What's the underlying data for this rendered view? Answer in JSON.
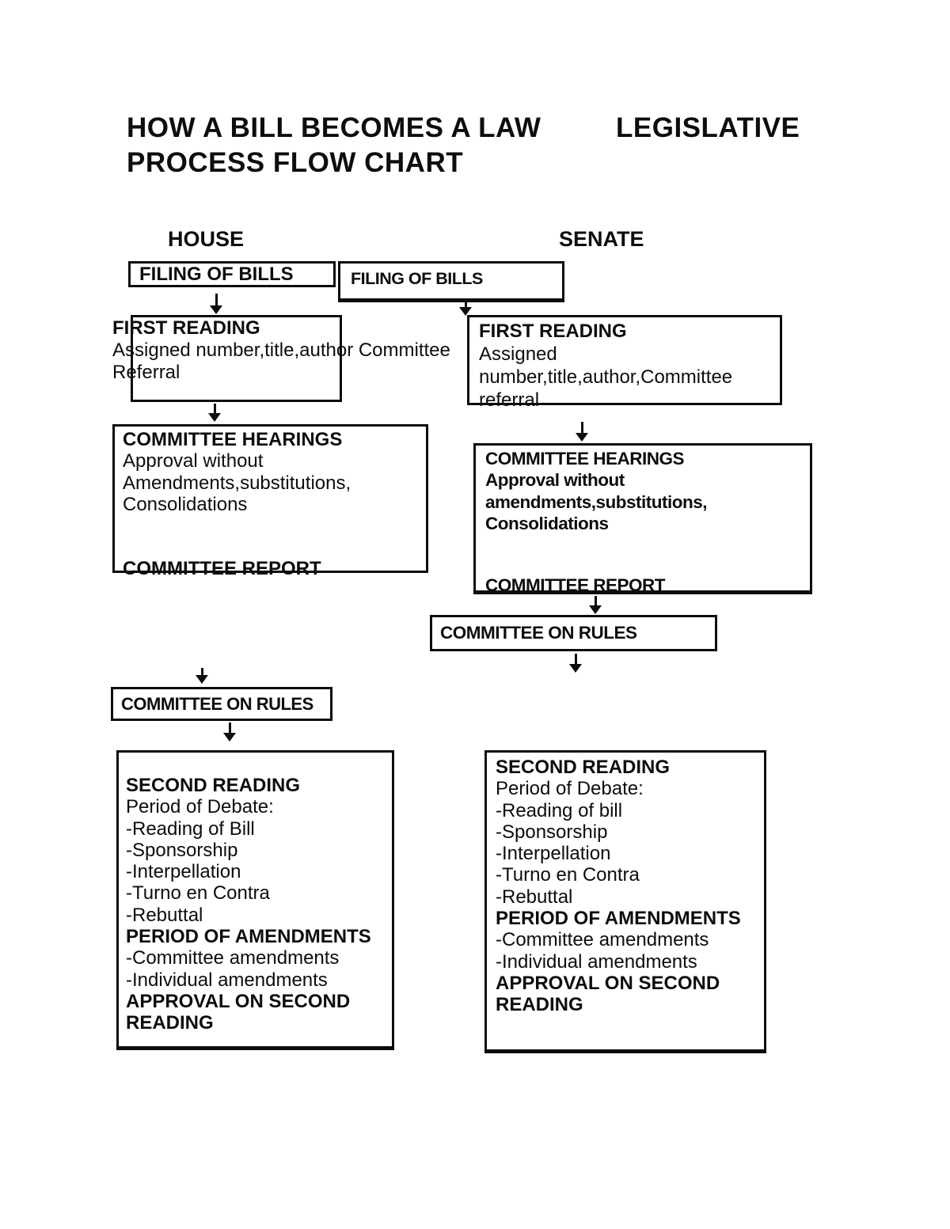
{
  "page": {
    "background": "#ffffff",
    "ink": "#0d0d0d"
  },
  "title": {
    "line1_left": "HOW A BILL BECOMES A LAW",
    "line1_right": "LEGISLATIVE",
    "line2": "PROCESS FLOW CHART"
  },
  "column_headers": {
    "house": "HOUSE",
    "senate": "SENATE"
  },
  "house": {
    "filing_of_bills": {
      "label": "FILING OF BILLS"
    },
    "first_reading": {
      "lines": [
        {
          "text": "FIRST READING",
          "bold": true
        },
        {
          "text": "Assigned number,title,author Committee",
          "bold": false
        },
        {
          "text": "Referral",
          "bold": false
        }
      ]
    },
    "committee_hearings": {
      "lines": [
        {
          "text": "COMMITTEE HEARINGS",
          "bold": true
        },
        {
          "text": "Approval without",
          "bold": false
        },
        {
          "text": "Amendments,substitutions,",
          "bold": false
        },
        {
          "text": "Consolidations",
          "bold": false
        },
        {
          "text": "",
          "bold": false
        },
        {
          "text": "",
          "bold": false
        },
        {
          "text": "COMMITTEE REPORT",
          "bold": true
        }
      ]
    },
    "committee_on_rules": {
      "label": "COMMITTEE ON RULES"
    },
    "second_reading": {
      "lines": [
        {
          "text": "SECOND READING",
          "bold": true
        },
        {
          "text": "Period of Debate:",
          "bold": false
        },
        {
          "text": "-Reading of Bill",
          "bold": false
        },
        {
          "text": "-Sponsorship",
          "bold": false
        },
        {
          "text": "-Interpellation",
          "bold": false
        },
        {
          "text": "-Turno en Contra",
          "bold": false
        },
        {
          "text": "-Rebuttal",
          "bold": false
        },
        {
          "text": "PERIOD OF AMENDMENTS",
          "bold": true
        },
        {
          "text": "-Committee amendments",
          "bold": false
        },
        {
          "text": "-Individual amendments",
          "bold": false
        },
        {
          "text": "APPROVAL ON SECOND",
          "bold": true
        },
        {
          "text": "READING",
          "bold": true
        }
      ]
    }
  },
  "senate": {
    "filing_of_bills": {
      "label": "FILING OF BILLS"
    },
    "first_reading": {
      "lines": [
        {
          "text": "FIRST READING",
          "bold": true
        },
        {
          "text": "Assigned",
          "bold": false
        },
        {
          "text": "number,title,author,Committee",
          "bold": false
        },
        {
          "text": "referral",
          "bold": false
        }
      ]
    },
    "committee_hearings": {
      "lines": [
        {
          "text": "COMMITTEE HEARINGS",
          "bold": true
        },
        {
          "text": "Approval without",
          "bold": true
        },
        {
          "text": "amendments,substitutions,",
          "bold": true
        },
        {
          "text": "Consolidations",
          "bold": true
        },
        {
          "text": "",
          "bold": false
        },
        {
          "text": "",
          "bold": false
        },
        {
          "text": "COMMITTEE REPORT",
          "bold": true
        }
      ]
    },
    "committee_on_rules": {
      "label": "COMMITTEE ON RULES"
    },
    "second_reading": {
      "lines": [
        {
          "text": "SECOND READING",
          "bold": true
        },
        {
          "text": "Period of Debate:",
          "bold": false
        },
        {
          "text": "-Reading of bill",
          "bold": false
        },
        {
          "text": "-Sponsorship",
          "bold": false
        },
        {
          "text": "-Interpellation",
          "bold": false
        },
        {
          "text": "-Turno en Contra",
          "bold": false
        },
        {
          "text": "-Rebuttal",
          "bold": false
        },
        {
          "text": "PERIOD OF AMENDMENTS",
          "bold": true
        },
        {
          "text": "-Committee amendments",
          "bold": false
        },
        {
          "text": "-Individual amendments",
          "bold": false
        },
        {
          "text": "APPROVAL ON SECOND",
          "bold": true
        },
        {
          "text": "READING",
          "bold": true
        }
      ]
    }
  }
}
